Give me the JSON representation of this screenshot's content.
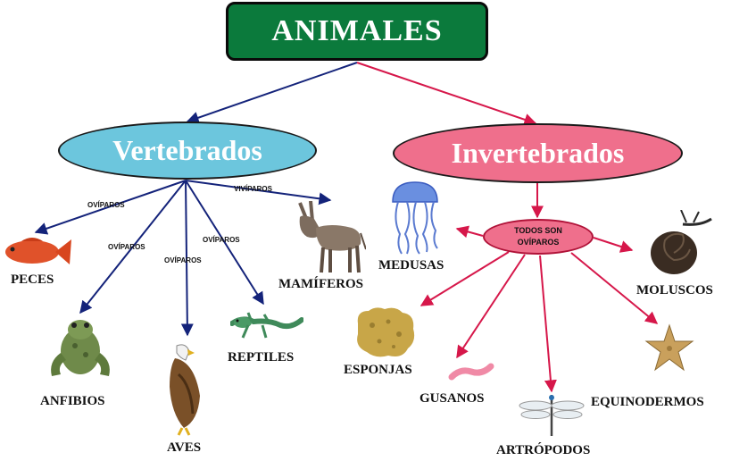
{
  "title": "ANIMALES",
  "branches": {
    "vertebrados": "Vertebrados",
    "invertebrados": "Invertebrados"
  },
  "edge_labels": {
    "peces": "OVÍPAROS",
    "anfibios": "OVÍPAROS",
    "aves": "OVÍPAROS",
    "reptiles": "OVÍPAROS",
    "mamiferos": "VIVÍPAROS"
  },
  "note": {
    "line1": "TODOS SON",
    "line2": "OVÍPAROS"
  },
  "vertebrate_groups": {
    "peces": "PECES",
    "anfibios": "ANFIBIOS",
    "aves": "AVES",
    "reptiles": "REPTILES",
    "mamiferos": "MAMÍFEROS"
  },
  "invertebrate_groups": {
    "medusas": "MEDUSAS",
    "moluscos": "MOLUSCOS",
    "esponjas": "ESPONJAS",
    "gusanos": "GUSANOS",
    "artropodos": "ARTRÓPODOS",
    "equinodermos": "EQUINODERMOS"
  },
  "colors": {
    "root_fill": "#0b7a3c",
    "vertebrate_fill": "#6cc6dd",
    "invertebrate_fill": "#ef6f8c",
    "vertebrate_arrow": "#14237a",
    "invertebrate_arrow": "#d6174a"
  },
  "icons": [
    "fish-icon",
    "frog-icon",
    "eagle-icon",
    "lizard-icon",
    "donkey-icon",
    "jellyfish-icon",
    "snail-icon",
    "sponge-icon",
    "worm-icon",
    "dragonfly-icon",
    "starfish-icon"
  ]
}
